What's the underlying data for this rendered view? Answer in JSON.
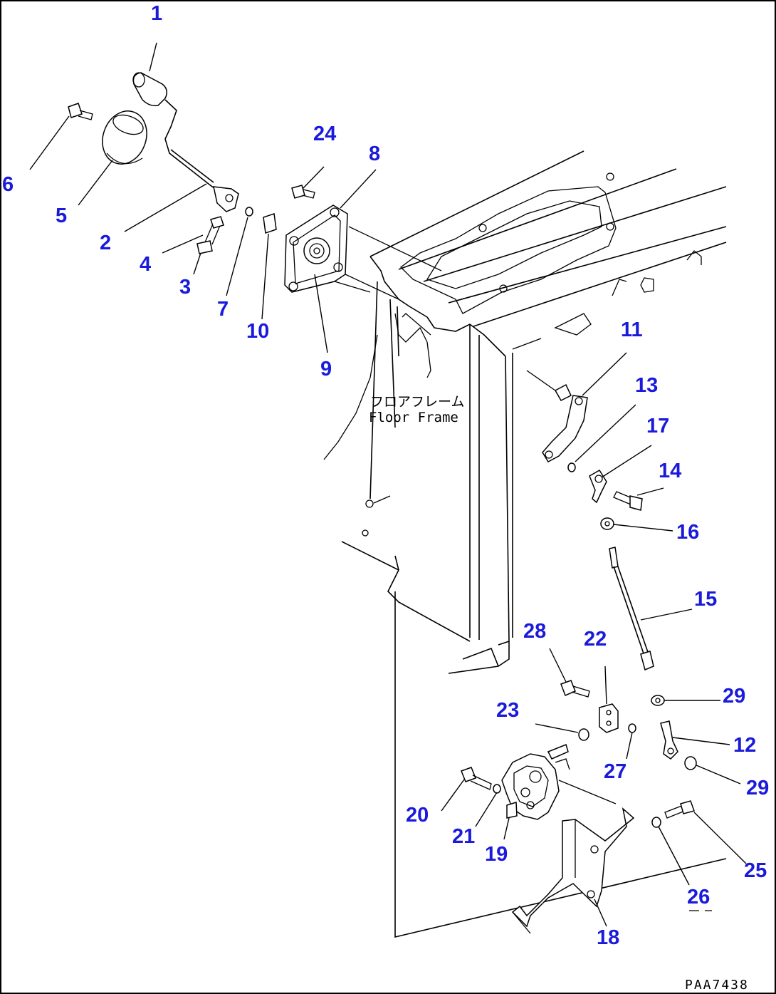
{
  "frame_label": {
    "japanese": "フロアフレーム",
    "english": "Floor Frame"
  },
  "drawing_code": "PAA7438",
  "part_numbers": [
    "1",
    "2",
    "3",
    "4",
    "5",
    "6",
    "7",
    "8",
    "9",
    "10",
    "11",
    "12",
    "13",
    "14",
    "15",
    "16",
    "17",
    "18",
    "19",
    "20",
    "21",
    "22",
    "23",
    "24",
    "25",
    "26",
    "27",
    "28",
    "29",
    "29"
  ]
}
